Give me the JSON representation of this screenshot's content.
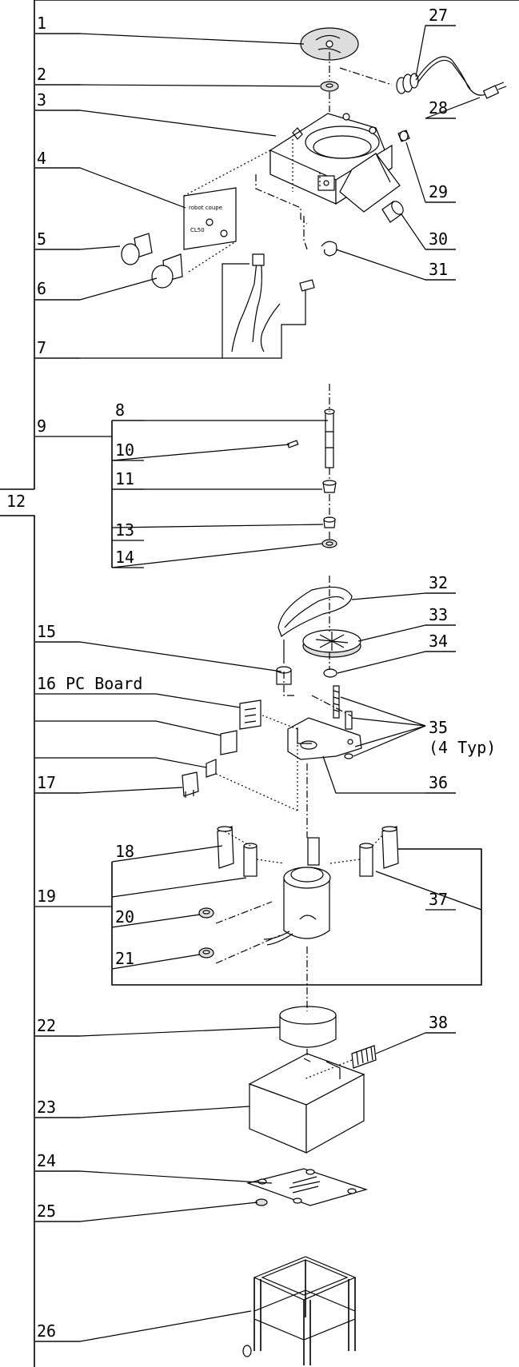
{
  "callouts": {
    "c1": "1",
    "c2": "2",
    "c3": "3",
    "c4": "4",
    "c5": "5",
    "c6": "6",
    "c7": "7",
    "c8": "8",
    "c9": "9",
    "c10": "10",
    "c11": "11",
    "c12": "12",
    "c13": "13",
    "c14": "14",
    "c15": "15",
    "c16": "16 PC Board",
    "c17": "17",
    "c18": "18",
    "c19": "19",
    "c20": "20",
    "c21": "21",
    "c22": "22",
    "c23": "23",
    "c24": "24",
    "c25": "25",
    "c26": "26",
    "c27": "27",
    "c28": "28",
    "c29": "29",
    "c30": "30",
    "c31": "31",
    "c32": "32",
    "c33": "33",
    "c34": "34",
    "c35": "35",
    "c35_note": "(4 Typ)",
    "c36": "36",
    "c37": "37",
    "c38": "38"
  }
}
